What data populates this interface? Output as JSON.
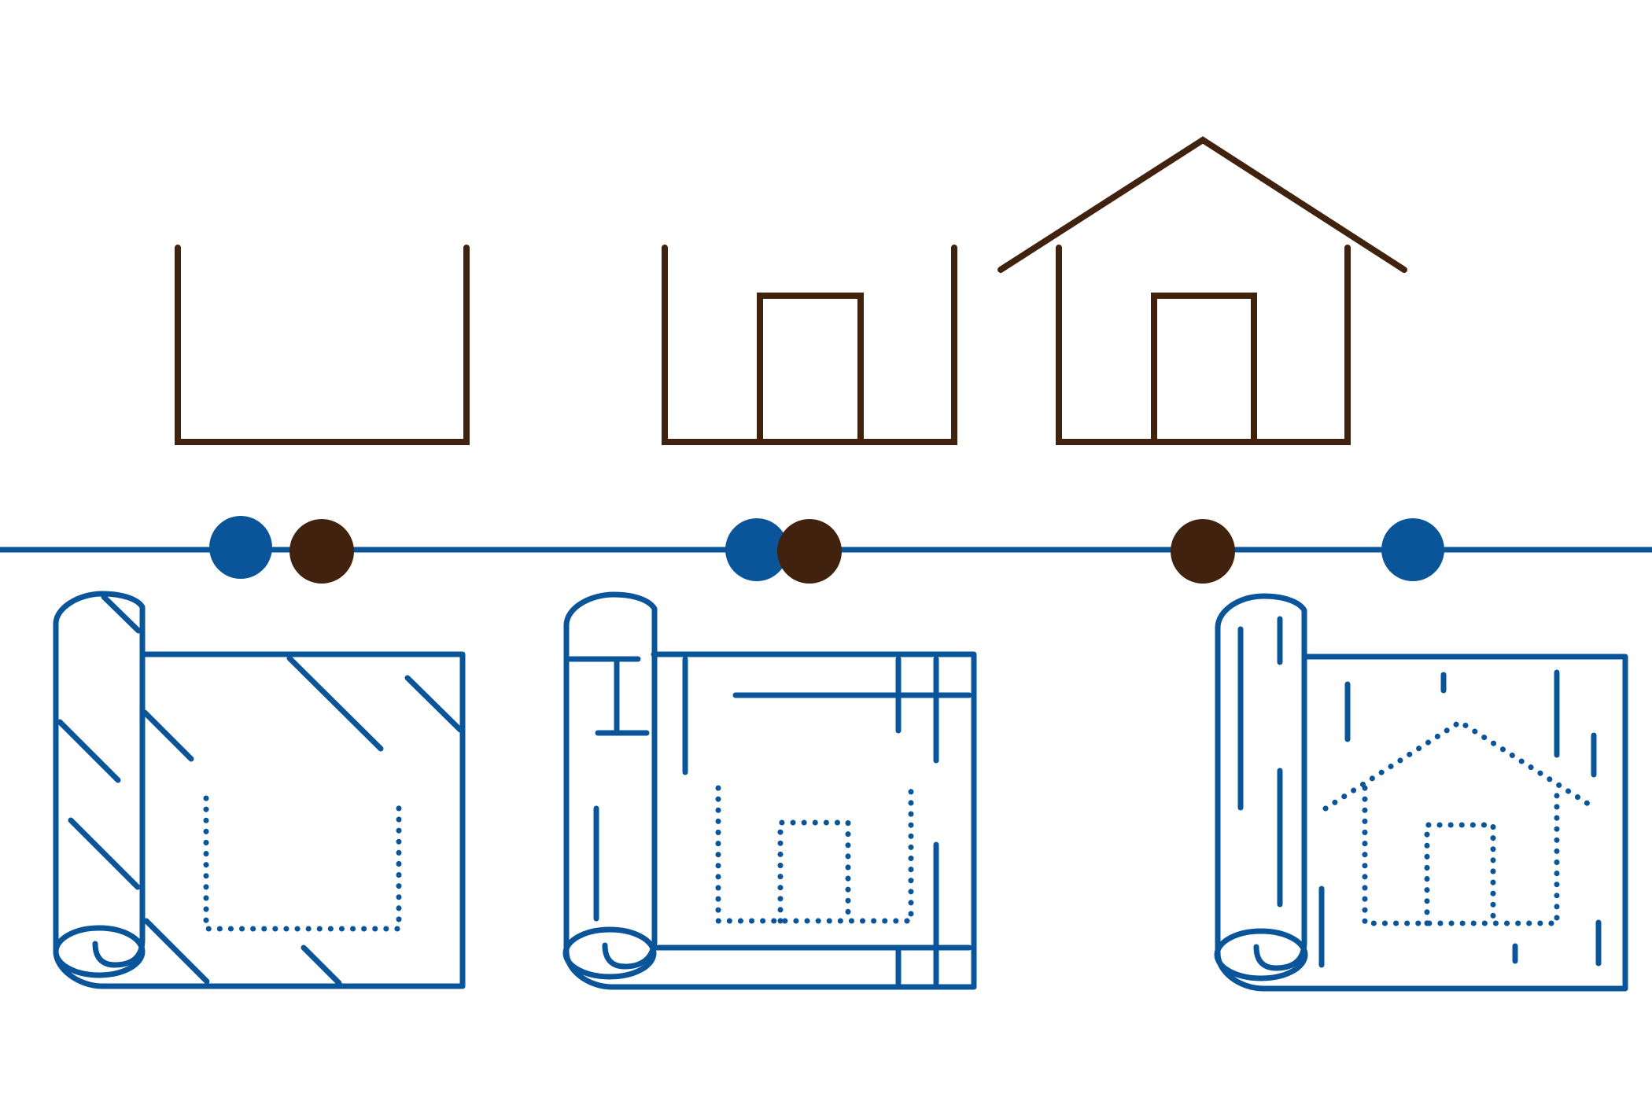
{
  "colors": {
    "background": "#ffffff",
    "blue": "#0a5599",
    "brown": "#40220f"
  },
  "stages": [
    {
      "name": "walls",
      "house_parts": [
        "walls",
        "floor"
      ],
      "blueprint_parts": [
        "walls",
        "floor"
      ]
    },
    {
      "name": "door",
      "house_parts": [
        "walls",
        "floor",
        "door"
      ],
      "blueprint_parts": [
        "walls",
        "floor",
        "door"
      ]
    },
    {
      "name": "roof",
      "house_parts": [
        "walls",
        "floor",
        "door",
        "roof"
      ],
      "blueprint_parts": [
        "walls",
        "floor",
        "door",
        "roof"
      ]
    }
  ],
  "icons": [
    "house-outline-icon",
    "blueprint-roll-icon",
    "timeline-marker-icon"
  ]
}
